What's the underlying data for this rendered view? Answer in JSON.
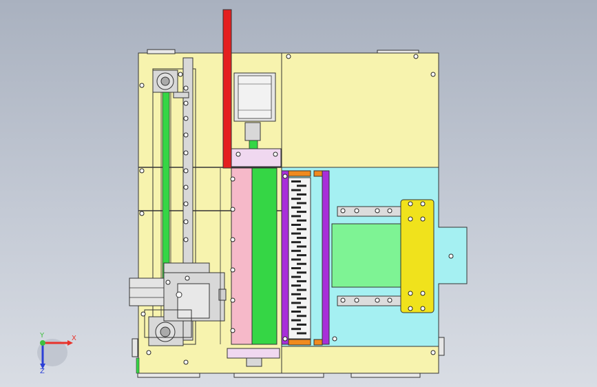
{
  "viewport": {
    "background": "gradient-gray-blue"
  },
  "triad": {
    "x_label": "X",
    "y_label": "Y",
    "z_label": "Z",
    "x_color": "#e8322a",
    "y_color": "#3fbf3f",
    "z_color": "#2b3fd6"
  },
  "colors": {
    "plate_yellow": "#f7f3ae",
    "cyan_plate": "#a5f0f2",
    "bracket_yellow": "#f0e21c",
    "pink_block": "#f6b9c9",
    "green_strip": "#35d645",
    "purple_rail": "#a82fd9",
    "orange_tab": "#f08a1e",
    "red_bar": "#e41f1f",
    "gray_metal": "#d8d8d8",
    "green_window": "#7ef394"
  },
  "icons": [
    "axis-triad-icon",
    "screw-hole-icon",
    "pulley-icon",
    "stepper-motor-icon",
    "clamp-icon"
  ]
}
